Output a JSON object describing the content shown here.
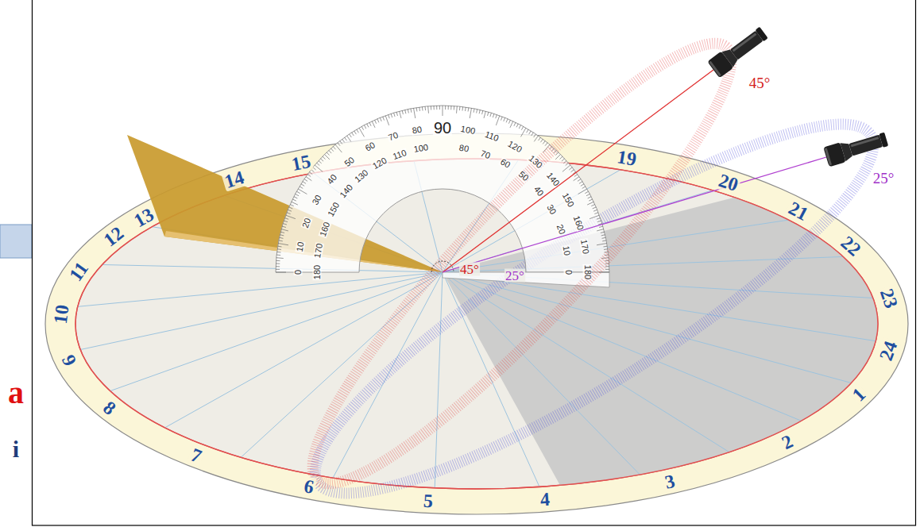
{
  "diagram": {
    "labels": [
      "a",
      "i",
      "15",
      "14",
      "13",
      "12",
      "11",
      "10",
      "9",
      "8",
      "7",
      "6",
      "5",
      "4",
      "3",
      "2",
      "1",
      "24",
      "23",
      "22",
      "21",
      "20",
      "19",
      "0",
      "10",
      "20",
      "30",
      "40",
      "50",
      "60",
      "70",
      "80",
      "90",
      "100",
      "110",
      "120",
      "130",
      "140",
      "150",
      "160",
      "170",
      "180",
      "180",
      "170",
      "160",
      "150",
      "140",
      "130",
      "120",
      "110",
      "100",
      "80",
      "70",
      "60",
      "50",
      "40",
      "30",
      "20",
      "10",
      "0",
      "45°",
      "25°",
      "45°",
      "25°"
    ]
  }
}
